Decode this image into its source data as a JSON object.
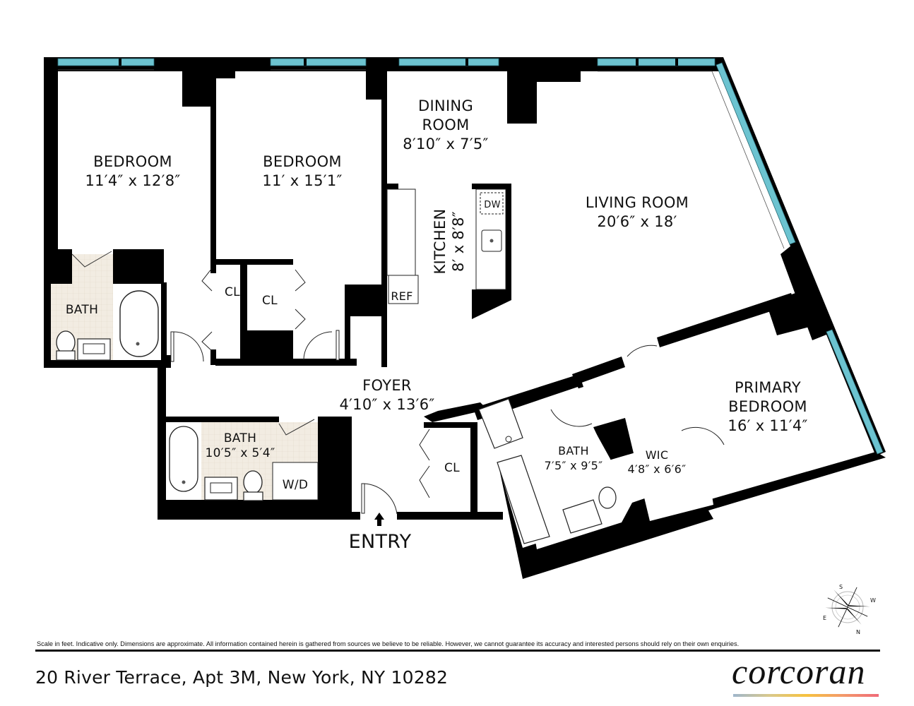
{
  "colors": {
    "wall": "#000000",
    "window_glass": "#6cc3d0",
    "bath_floor": "#f2ece2",
    "background": "#ffffff",
    "logo_gradient": [
      "#9fb6cc",
      "#f6c23f",
      "#ef6a78"
    ]
  },
  "rooms": [
    {
      "name": "BEDROOM",
      "dims": "11′4″ x 12′8″"
    },
    {
      "name": "BEDROOM",
      "dims": "11′ x 15′1″"
    },
    {
      "name_line1": "DINING",
      "name_line2": "ROOM",
      "dims": "8′10″ x 7′5″"
    },
    {
      "name": "LIVING ROOM",
      "dims": "20′6″ x 18′"
    },
    {
      "name": "KITCHEN",
      "dims": "8′ x 8′8″"
    },
    {
      "name": "FOYER",
      "dims": "4′10″ x 13′6″"
    },
    {
      "name": "BATH",
      "dims": "10′5″ x 5′4″"
    },
    {
      "name": "BATH",
      "dims": ""
    },
    {
      "name_line1": "PRIMARY",
      "name_line2": "BEDROOM",
      "dims": "16′ x 11′4″"
    },
    {
      "name": "BATH",
      "dims": "7′5″ x 9′5″"
    },
    {
      "name": "WIC",
      "dims": "4′8″ x 6′6″"
    }
  ],
  "fixtures": {
    "dw": "DW",
    "ref": "REF",
    "wd": "W/D",
    "closet": "CL",
    "entry": "ENTRY"
  },
  "compass": {
    "n": "N",
    "s": "S",
    "e": "E",
    "w": "W"
  },
  "footer": {
    "disclaimer": "Scale in feet. Indicative only. Dimensions are approximate. All information contained herein is gathered from sources we believe to be reliable. However, we cannot guarantee its accuracy and interested persons should rely on their own enquiries.",
    "address": "20 River Terrace, Apt 3M, New York, NY 10282",
    "brand": "corcoran"
  }
}
